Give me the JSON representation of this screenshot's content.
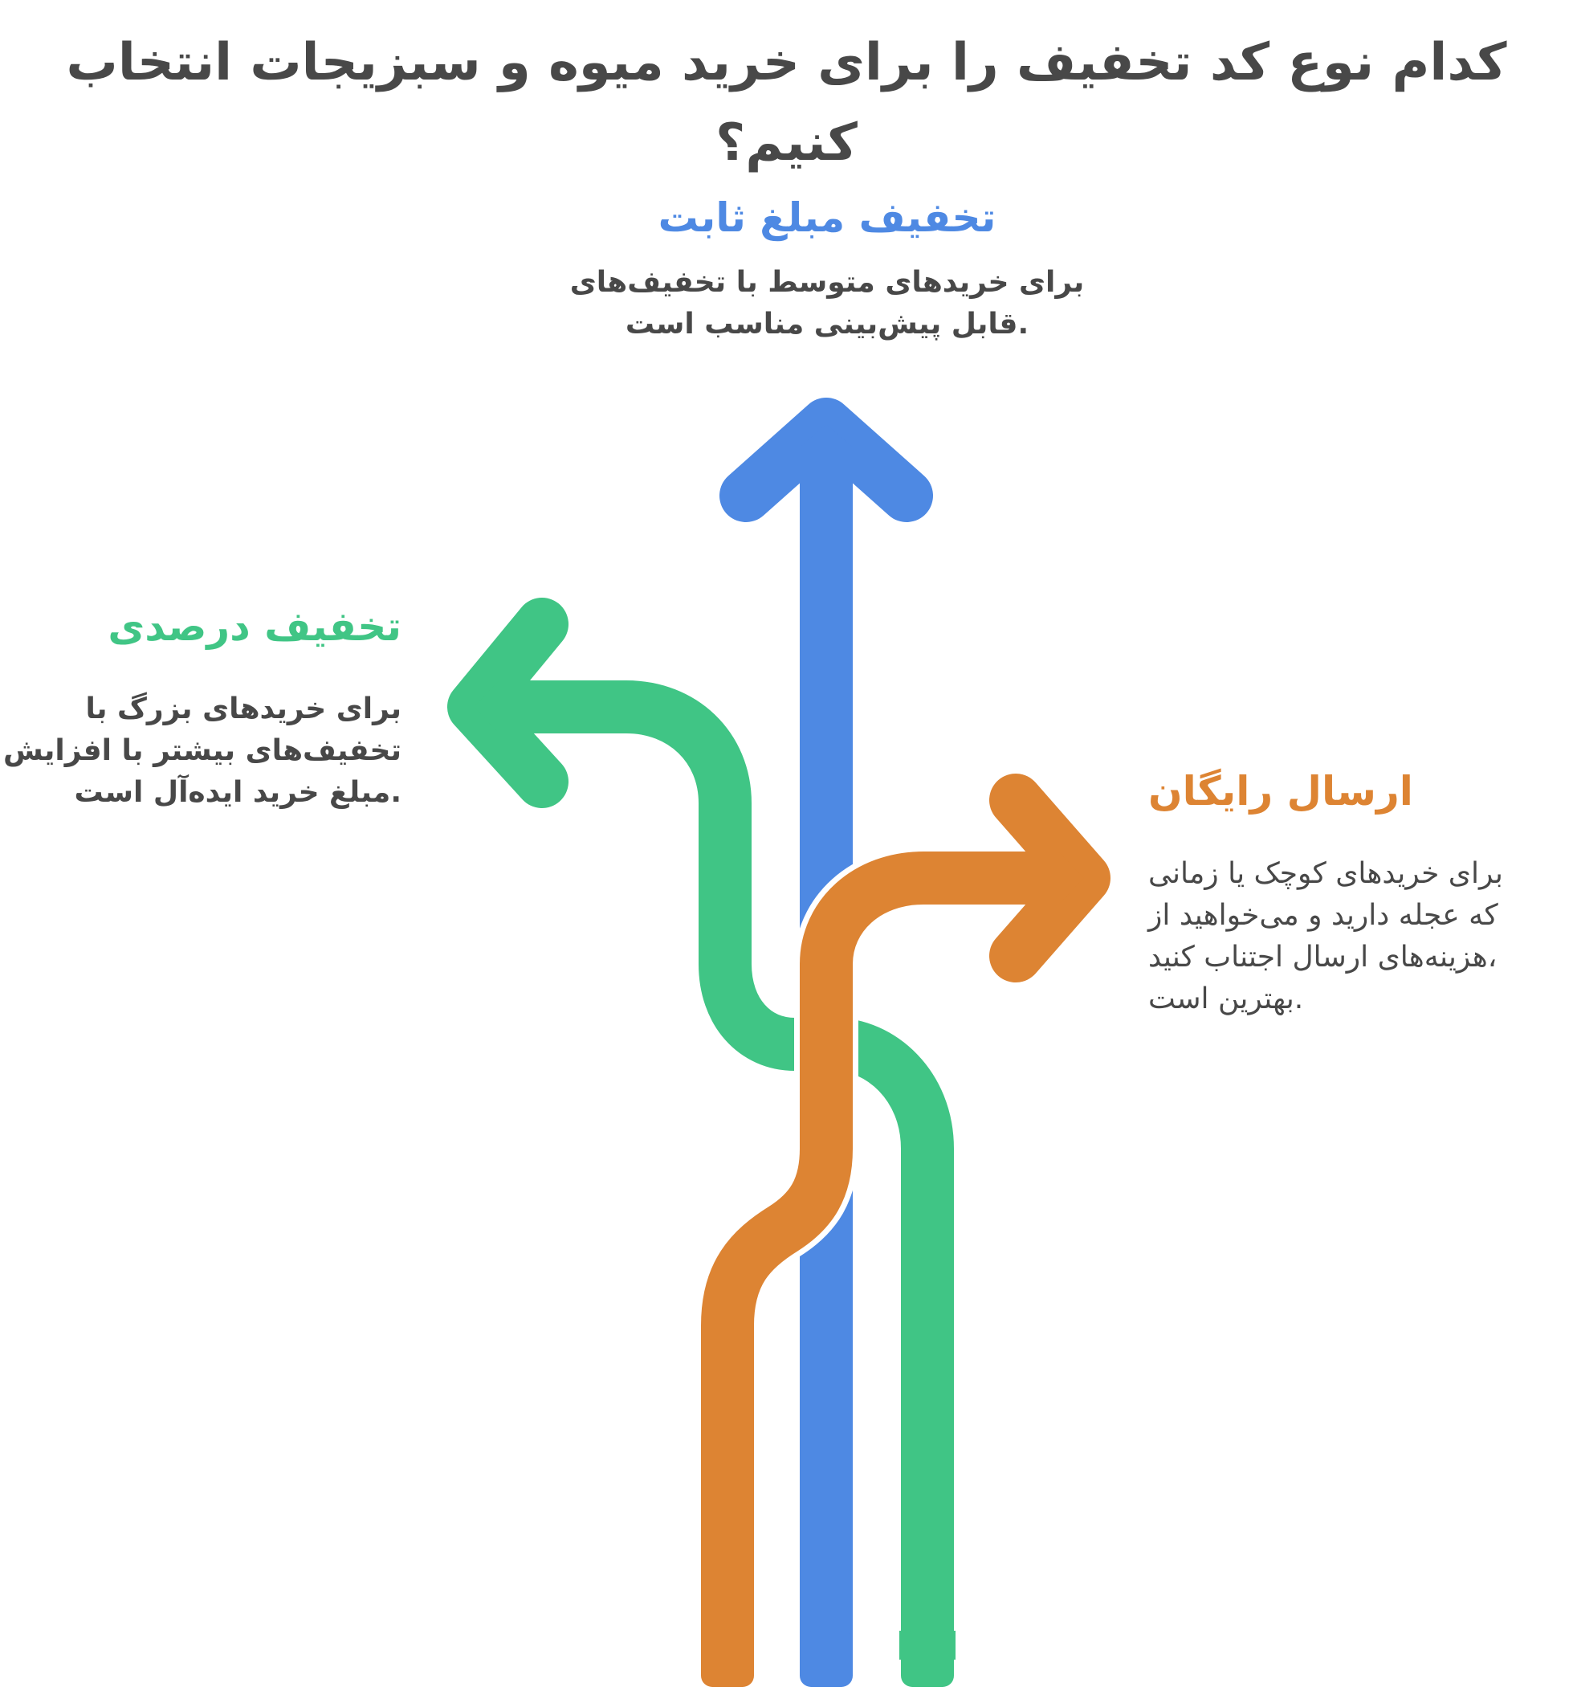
{
  "title": "کدام نوع کد تخفیف را برای خرید میوه و سبزیجات انتخاب کنیم؟",
  "colors": {
    "blue": "#4e89e3",
    "green": "#40c585",
    "orange": "#dd8433",
    "text": "#484848",
    "background": "#ffffff"
  },
  "options": {
    "fixed": {
      "heading": "تخفیف مبلغ ثابت",
      "description_lines": [
        "برای خریدهای متوسط با تخفیف‌های",
        ".قابل پیش‌بینی مناسب است"
      ],
      "arrow_direction": "up",
      "icon": "arrow-up-icon"
    },
    "percentage": {
      "heading": "تخفیف درصدی",
      "description_lines": [
        "برای خریدهای بزرگ با",
        "تخفیف‌های بیشتر با افزایش",
        ".مبلغ خرید ایده‌آل است"
      ],
      "arrow_direction": "left",
      "icon": "arrow-left-icon"
    },
    "free_shipping": {
      "heading": "ارسال رایگان",
      "description_lines": [
        "برای خریدهای کوچک یا زمانی",
        "که عجله دارید و می‌خواهید از",
        "،هزینه‌های ارسال اجتناب کنید",
        ".بهترین است"
      ],
      "arrow_direction": "right",
      "icon": "arrow-right-icon"
    }
  }
}
